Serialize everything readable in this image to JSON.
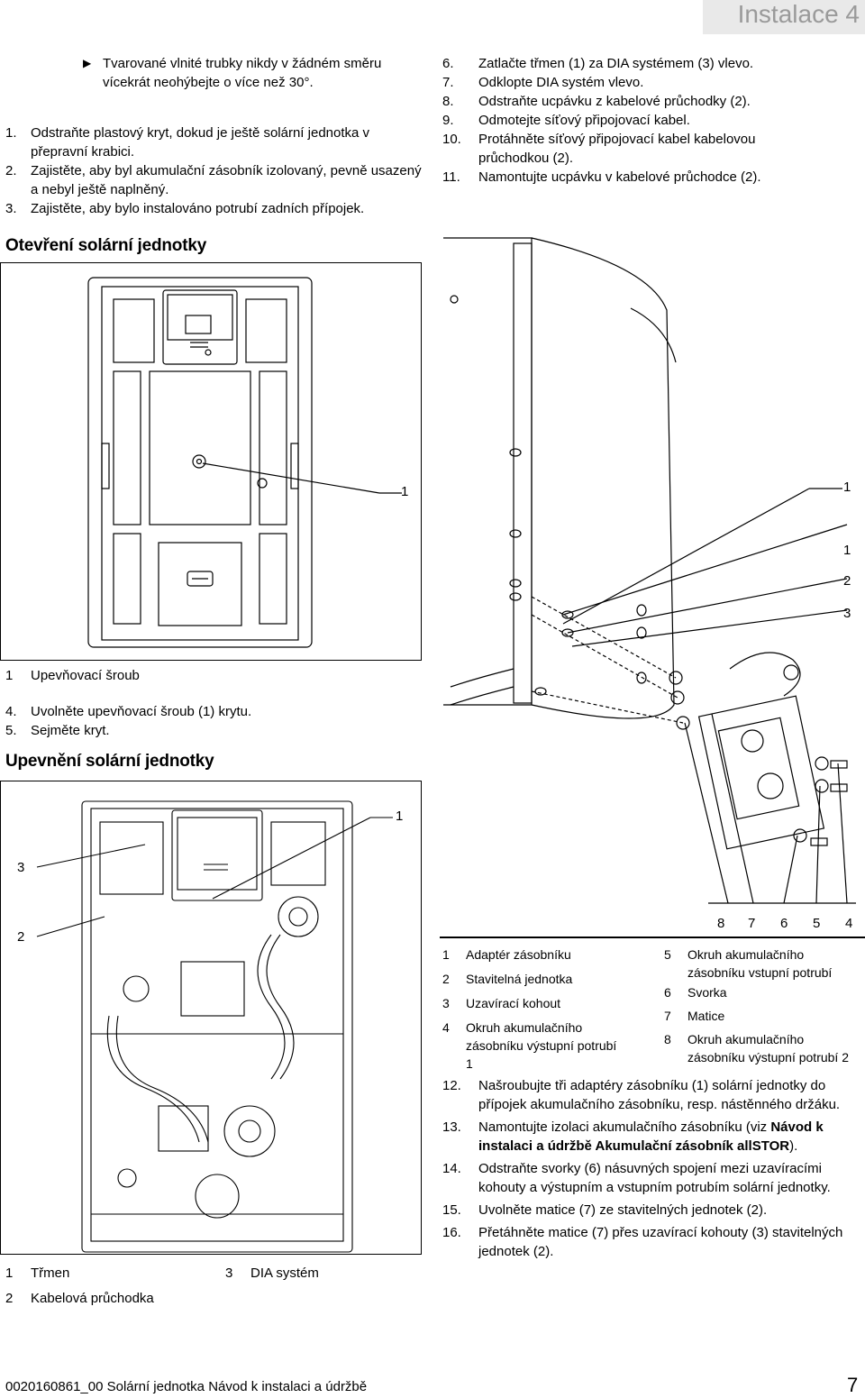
{
  "header": {
    "section": "Instalace 4"
  },
  "left_col": {
    "bullet": "Tvarované vlnité trubky nikdy v žádném směru vícekrát neohýbejte o více než 30°.",
    "steps_a": [
      {
        "n": "1.",
        "text": "Odstraňte plastový kryt, dokud je ještě solární jednotka v přepravní krabici."
      },
      {
        "n": "2.",
        "text": "Zajistěte, aby byl akumulační zásobník izolovaný, pevně usazený a nebyl ještě naplněný."
      },
      {
        "n": "3.",
        "text": "Zajistěte, aby bylo instalováno potrubí zadních přípojek."
      }
    ],
    "heading_open": "Otevření solární jednotky",
    "fig1_callouts": [
      "1"
    ],
    "fig1_legend": [
      {
        "n": "1",
        "text": "Upevňovací šroub"
      }
    ],
    "steps_b": [
      {
        "n": "4.",
        "text": "Uvolněte upevňovací šroub (1) krytu."
      },
      {
        "n": "5.",
        "text": "Sejměte kryt."
      }
    ],
    "heading_mount": "Upevnění solární jednotky",
    "fig2_callouts": [
      "1",
      "3",
      "2"
    ],
    "fig2_legend": [
      {
        "n": "1",
        "text": "Třmen"
      },
      {
        "n": "3",
        "text": "DIA systém"
      },
      {
        "n": "2",
        "text": "Kabelová průchodka"
      }
    ]
  },
  "right_col": {
    "steps_a": [
      {
        "n": "6.",
        "text": "Zatlačte třmen (1) za DIA systémem (3) vlevo."
      },
      {
        "n": "7.",
        "text": "Odklopte DIA systém vlevo."
      },
      {
        "n": "8.",
        "text": "Odstraňte ucpávku z kabelové průchodky (2)."
      },
      {
        "n": "9.",
        "text": "Odmotejte síťový připojovací kabel."
      },
      {
        "n": "10.",
        "text": "Protáhněte síťový připojovací kabel kabelovou průchodkou (2)."
      },
      {
        "n": "11.",
        "text": "Namontujte ucpávku v kabelové průchodce (2)."
      }
    ],
    "fig3_side_callouts": [
      "1",
      "1",
      "2",
      "3"
    ],
    "fig3_bottom_callouts": [
      "8",
      "7",
      "6",
      "5",
      "4"
    ],
    "fig3_legend_left": [
      {
        "n": "1",
        "text": "Adaptér zásobníku"
      },
      {
        "n": "2",
        "text": "Stavitelná jednotka"
      },
      {
        "n": "3",
        "text": "Uzavírací kohout"
      },
      {
        "n": "4",
        "text": "Okruh akumulačního zásobníku výstupní potrubí 1"
      }
    ],
    "fig3_legend_right": [
      {
        "n": "5",
        "text": "Okruh akumulačního zásobníku vstupní potrubí"
      },
      {
        "n": "6",
        "text": "Svorka"
      },
      {
        "n": "7",
        "text": "Matice"
      },
      {
        "n": "8",
        "text": "Okruh akumulačního zásobníku výstupní potrubí 2"
      }
    ],
    "steps_b": [
      {
        "n": "12.",
        "text": "Našroubujte tři adaptéry zásobníku (1) solární jednotky do přípojek akumulačního zásobníku, resp. nástěnného držáku."
      },
      {
        "n": "13.",
        "text": "Namontujte izolaci akumulačního zásobníku (viz ",
        "bold": "Návod k instalaci a údržbě Akumulační zásobník allSTOR",
        "tail": ")."
      },
      {
        "n": "14.",
        "text": "Odstraňte svorky (6) násuvných spojení mezi uzavíracími kohouty a výstupním a vstupním potrubím solární jednotky."
      },
      {
        "n": "15.",
        "text": "Uvolněte matice (7) ze stavitelných jednotek (2)."
      },
      {
        "n": "16.",
        "text": "Přetáhněte matice (7) přes uzavírací kohouty (3) stavitelných jednotek (2)."
      }
    ]
  },
  "footer": {
    "doc": "0020160861_00 Solární jednotka Návod k instalaci a údržbě",
    "page": "7"
  }
}
